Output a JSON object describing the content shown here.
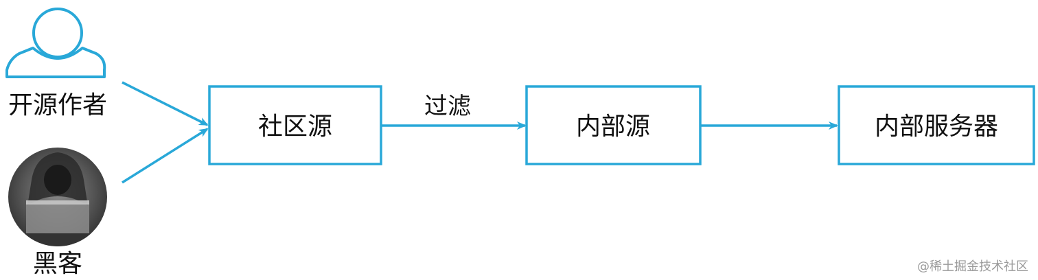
{
  "actors": {
    "author": {
      "label": "开源作者",
      "icon": "user-icon"
    },
    "hacker": {
      "label": "黑客",
      "icon": "hacker-avatar-icon"
    }
  },
  "nodes": {
    "community_source": "社区源",
    "internal_source": "内部源",
    "internal_server": "内部服务器"
  },
  "edges": {
    "community_to_internal_label": "过滤"
  },
  "watermark": "@稀土掘金技术社区",
  "colors": {
    "accent": "#29a8d8",
    "text": "#111111",
    "avatar_bg": "#5a5a5a"
  }
}
